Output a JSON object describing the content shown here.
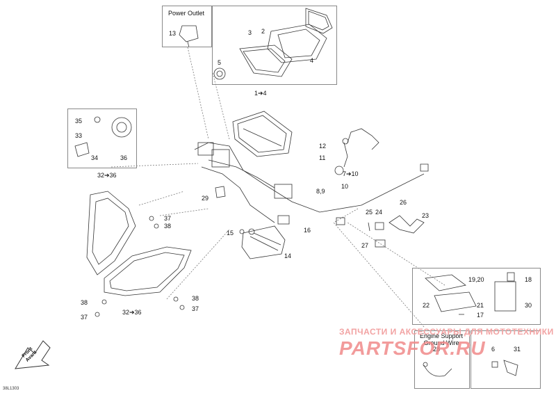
{
  "boxes": {
    "power_outlet_title": "Power Outlet",
    "engine_support_title": "Engine Support\nGround Wire"
  },
  "callouts": {
    "n13": "13",
    "n3": "3",
    "n2": "2",
    "n5": "5",
    "n4": "4",
    "n1to4": "1➔4",
    "n35": "35",
    "n33": "33",
    "n34": "34",
    "n36": "36",
    "n32to36_top": "32➔36",
    "n12": "12",
    "n11": "11",
    "n7to10": "7➔10",
    "n89": "8,9",
    "n10": "10",
    "n29": "29",
    "n37_a": "37",
    "n38_a": "38",
    "n15": "15",
    "n16": "16",
    "n14": "14",
    "n25": "25",
    "n24": "24",
    "n26": "26",
    "n23": "23",
    "n27": "27",
    "n1920": "19,20",
    "n18": "18",
    "n22": "22",
    "n21": "21",
    "n30": "30",
    "n17": "17",
    "n38_b": "38",
    "n37_b": "37",
    "n32to36_bot": "32➔36",
    "n38_c": "38",
    "n37_c": "37",
    "n28": "28",
    "n6": "6",
    "n31": "31"
  },
  "watermark": {
    "line1": "ЗАПЧАСТИ И АКСЕССУАРЫ ДЛЯ МОТОТЕХНИКИ",
    "line2": "PARTSFOR.RU"
  },
  "front_arrow": "Front\nAvant",
  "diagram_ref": "38L1303"
}
